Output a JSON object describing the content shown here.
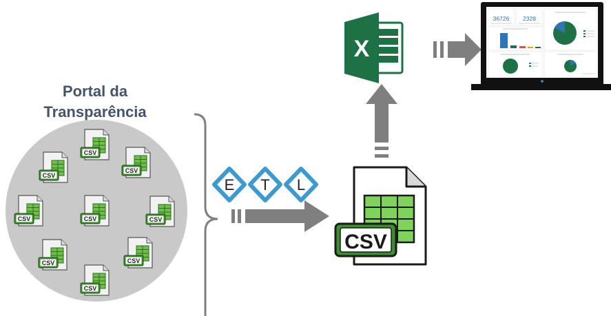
{
  "portal": {
    "title_line1": "Portal da",
    "title_line2": "Transparência"
  },
  "file_label": "CSV",
  "etl": {
    "e": "E",
    "t": "T",
    "l": "L"
  },
  "big_file_label": "CSV",
  "excel_letter": "X",
  "dashboard": {
    "kpi1": "36726",
    "kpi2": "2328"
  },
  "colors": {
    "title": "#44546a",
    "circle": "#c9c9c9",
    "csv_green": "#3c8e2f",
    "excel_green": "#1e7145",
    "arrow_gray": "#7f7f7f",
    "etl_blue": "#3d9ad1",
    "dash_blue": "#2f75b5"
  },
  "icons": {
    "small_csv": "csv-file-icon",
    "large_csv": "csv-file-large-icon",
    "excel": "excel-icon",
    "laptop": "laptop-icon"
  }
}
